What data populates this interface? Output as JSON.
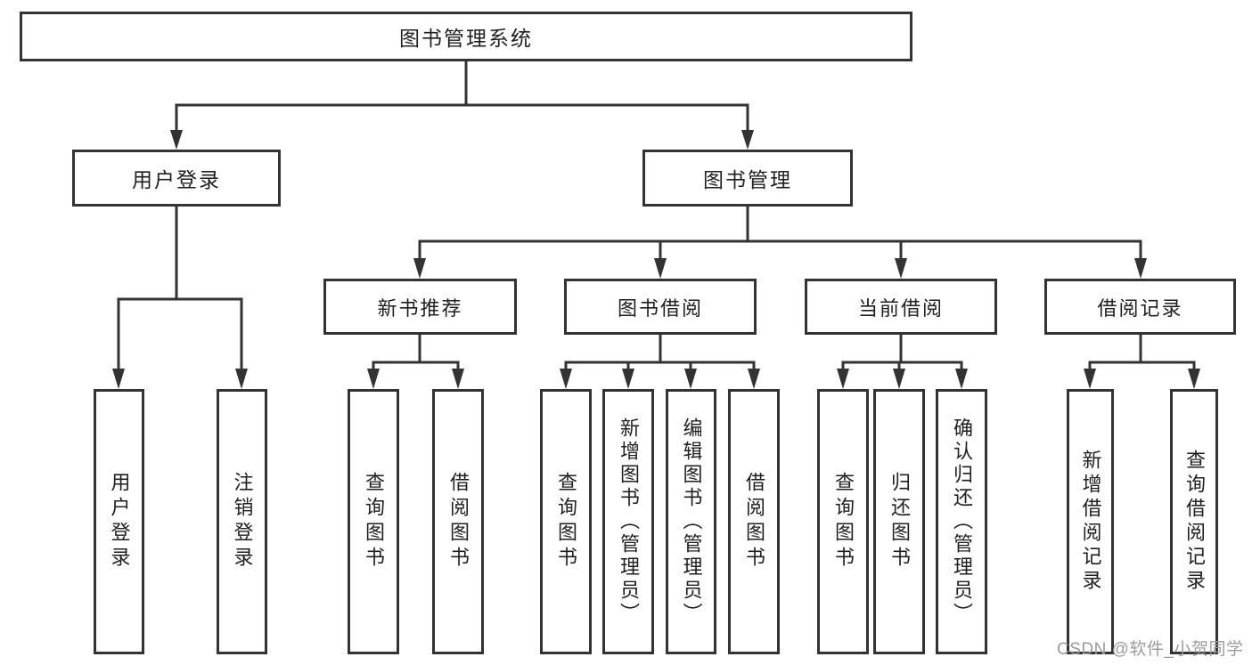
{
  "diagram": {
    "title": "图书管理系统",
    "watermark": "CSDN @软件_小贺同学",
    "colors": {
      "line": "#333333",
      "box_border": "#333333",
      "text": "#1f1f1f",
      "watermark": "#9c9c9c",
      "background": "#ffffff"
    },
    "tree": {
      "label": "图书管理系统",
      "children": [
        {
          "label": "用户登录",
          "children": [
            {
              "label": "用户登录"
            },
            {
              "label": "注销登录"
            }
          ]
        },
        {
          "label": "图书管理",
          "children": [
            {
              "label": "新书推荐",
              "children": [
                {
                  "label": "查询图书"
                },
                {
                  "label": "借阅图书"
                }
              ]
            },
            {
              "label": "图书借阅",
              "children": [
                {
                  "label": "查询图书"
                },
                {
                  "label": "新增图书（管理员）"
                },
                {
                  "label": "编辑图书（管理员）"
                },
                {
                  "label": "借阅图书"
                }
              ]
            },
            {
              "label": "当前借阅",
              "children": [
                {
                  "label": "查询图书"
                },
                {
                  "label": "归还图书"
                },
                {
                  "label": "确认归还（管理员）"
                }
              ]
            },
            {
              "label": "借阅记录",
              "children": [
                {
                  "label": "新增借阅记录"
                },
                {
                  "label": "查询借阅记录"
                }
              ]
            }
          ]
        }
      ]
    }
  }
}
